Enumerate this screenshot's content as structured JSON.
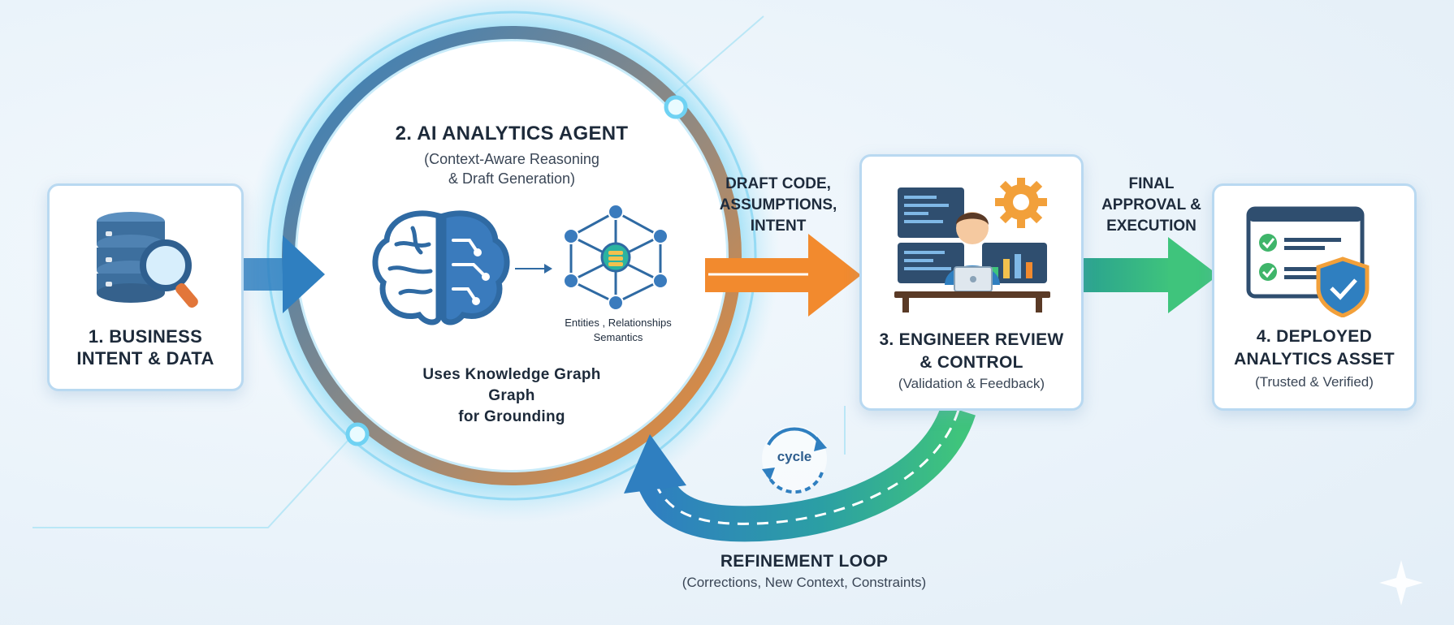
{
  "colors": {
    "blue": "#2f7fc0",
    "orange": "#f28a2e",
    "green": "#2ea58a",
    "teal": "#2bb3a0",
    "card_border": "#b9d9f1",
    "glow": "#5cc7f0"
  },
  "steps": [
    {
      "title_line1": "1. BUSINESS",
      "title_line2": "INTENT & DATA",
      "icon": "database-search-icon"
    },
    {
      "title": "2. AI ANALYTICS AGENT",
      "sub_line1": "(Context-Aware Reasoning",
      "sub_line2": "& Draft Generation)",
      "graph_label_line1": "Entities , Relationships",
      "graph_label_line2": "Semantics",
      "footer_line1": "Uses Knowledge Graph",
      "footer_line2": "Graph",
      "footer_line3": "for Grounding",
      "icon": "brain-icon"
    },
    {
      "title_line1": "3. ENGINEER REVIEW",
      "title_line2": "& CONTROL",
      "sub": "(Validation & Feedback)",
      "icon": "engineer-workstation-icon"
    },
    {
      "title_line1": "4. DEPLOYED",
      "title_line2": "ANALYTICS ASSET",
      "sub": "(Trusted & Verified)",
      "icon": "checklist-shield-icon"
    }
  ],
  "arrows": {
    "draft": {
      "line1": "DRAFT CODE,",
      "line2": "ASSUMPTIONS,",
      "line3": "INTENT"
    },
    "final": {
      "line1": "FINAL",
      "line2": "APPROVAL &",
      "line3": "EXECUTION"
    }
  },
  "loop": {
    "badge": "cycle",
    "title": "REFINEMENT LOOP",
    "sub": "(Corrections, New Context, Constraints)"
  }
}
